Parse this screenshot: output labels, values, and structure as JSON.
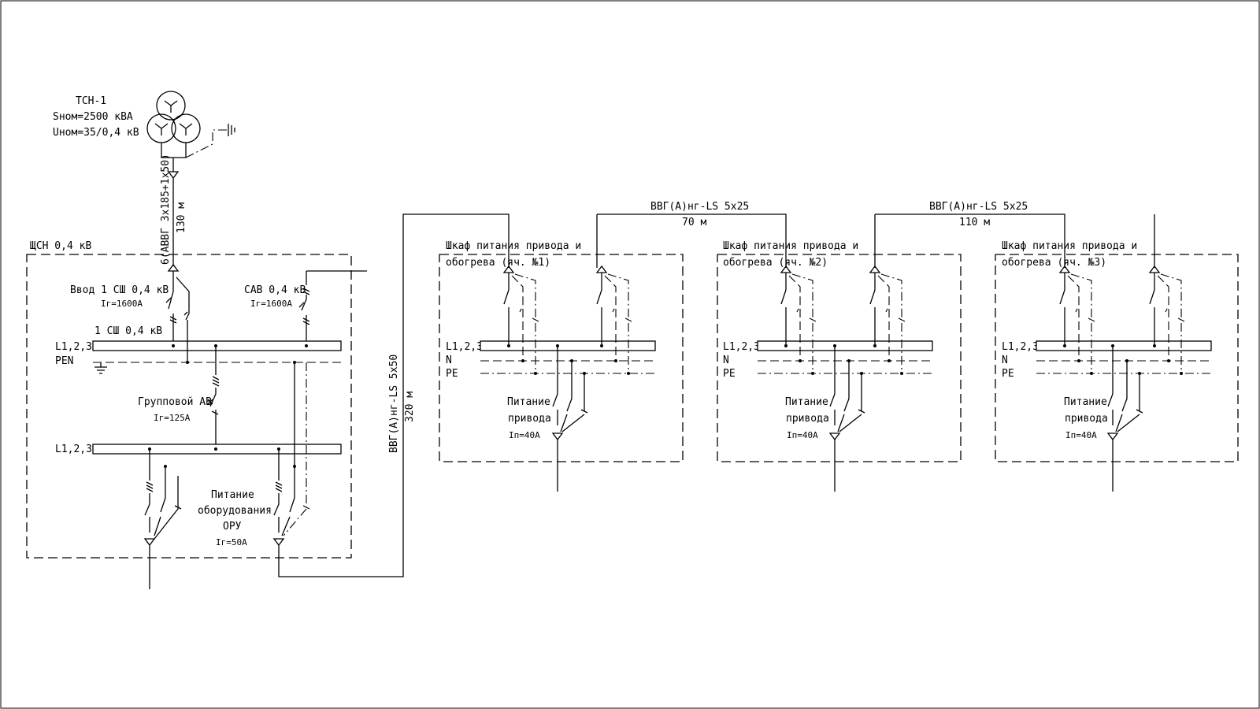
{
  "transformer": {
    "name": "ТСН-1",
    "power_label": "Sном=2500 кВА",
    "voltage_label": "Uном=35/0,4 кВ"
  },
  "feed_cable": {
    "type": "6(АВВГ 3x185+1x50)",
    "length": "130 м"
  },
  "switchboard": {
    "title": "ЩСН 0,4 кВ",
    "input_breaker": {
      "name": "Ввод 1 СШ 0,4 кВ",
      "rating": "Iг=1600А"
    },
    "sav_breaker": {
      "name": "САВ 0,4 кВ",
      "rating": "Iг=1600А"
    },
    "main_bus": {
      "name": "1 СШ 0,4 кВ",
      "phase_label": "L1,2,3",
      "pen_label": "PEN"
    },
    "group_breaker": {
      "name": "Групповой АВ",
      "rating": "Iг=125А"
    },
    "group_bus": {
      "phase_label": "L1,2,3"
    },
    "ory_feeder": {
      "line1": "Питание",
      "line2": "оборудования",
      "line3": "ОРУ",
      "rating": "Iг=50А"
    }
  },
  "trunk_cable": {
    "type": "ВВГ(А)нг-LS 5x50",
    "length": "320 м"
  },
  "link_cables": [
    {
      "type": "ВВГ(А)нг-LS 5x25",
      "length": "70 м"
    },
    {
      "type": "ВВГ(А)нг-LS 5x25",
      "length": "110 м"
    }
  ],
  "cabinets": [
    {
      "title_line1": "Шкаф питания привода и",
      "title_line2": "обогрева (яч. №1)",
      "phase_label": "L1,2,3",
      "n_label": "N",
      "pe_label": "PE",
      "feeder_line1": "Питание",
      "feeder_line2": "привода",
      "feeder_rating": "Iп=40А"
    },
    {
      "title_line1": "Шкаф питания привода и",
      "title_line2": "обогрева (яч. №2)",
      "phase_label": "L1,2,3",
      "n_label": "N",
      "pe_label": "PE",
      "feeder_line1": "Питание",
      "feeder_line2": "привода",
      "feeder_rating": "Iп=40А"
    },
    {
      "title_line1": "Шкаф питания привода и",
      "title_line2": "обогрева (яч. №3)",
      "phase_label": "L1,2,3",
      "n_label": "N",
      "pe_label": "PE",
      "feeder_line1": "Питание",
      "feeder_line2": "привода",
      "feeder_rating": "Iп=40А"
    }
  ]
}
